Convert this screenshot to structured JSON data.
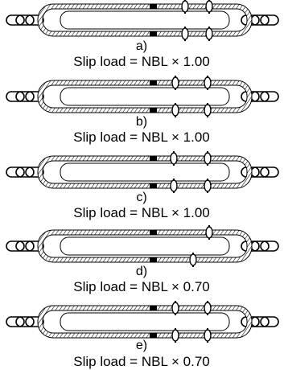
{
  "panels": [
    {
      "letter": "a)",
      "caption": "Slip load = NBL × 1.00"
    },
    {
      "letter": "b)",
      "caption": "Slip load = NBL × 1.00"
    },
    {
      "letter": "c)",
      "caption": "Slip load = NBL × 1.00"
    },
    {
      "letter": "d)",
      "caption": "Slip load = NBL × 0.70"
    },
    {
      "letter": "e)",
      "caption": "Slip load = NBL × 0.70"
    }
  ]
}
